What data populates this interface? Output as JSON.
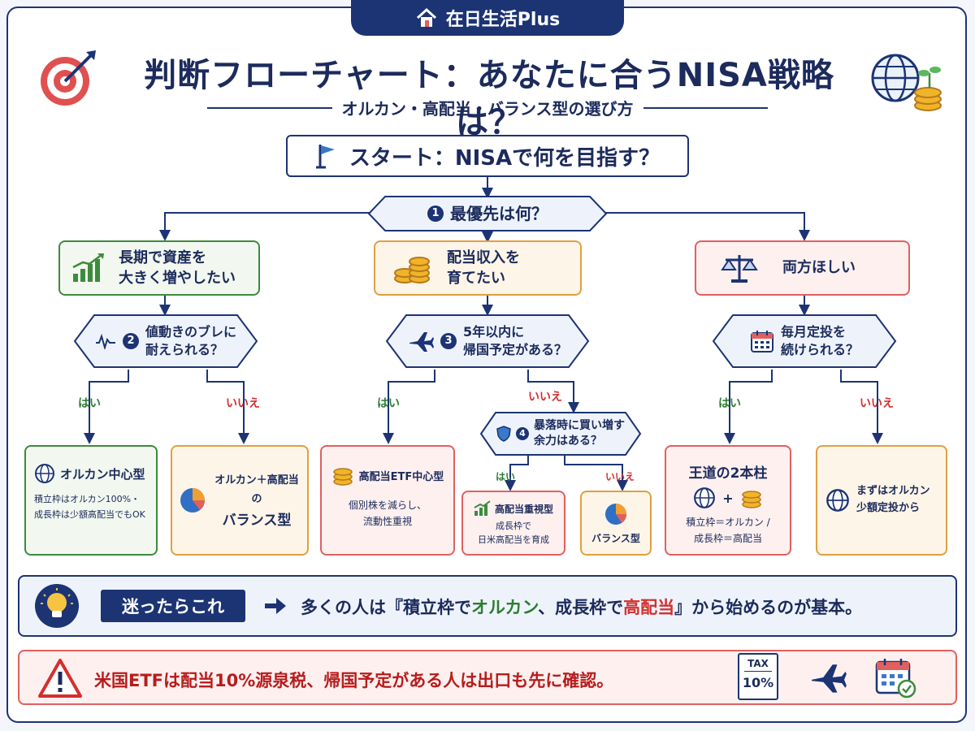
{
  "brand": "在日生活Plus",
  "title": "判断フローチャート：あなたに合うNISA戦略は？",
  "subtitle": "オルカン・高配当・バランス型の選び方",
  "start": "スタート：NISAで何を目指す？",
  "q1": {
    "num": "1",
    "text": "最優先は何？"
  },
  "categories": [
    {
      "line1": "長期で資産を",
      "line2": "大きく増やしたい"
    },
    {
      "line1": "配当収入を",
      "line2": "育てたい"
    },
    {
      "line1": "両方ほしい"
    }
  ],
  "q2": {
    "num": "2",
    "line1": "値動きのブレに",
    "line2": "耐えられる？"
  },
  "q3": {
    "num": "3",
    "line1": "5年以内に",
    "line2": "帰国予定がある？"
  },
  "q4": {
    "num": "4",
    "line1": "暴落時に買い増す",
    "line2": "余力はある？"
  },
  "q5": {
    "line1": "毎月定投を",
    "line2": "続けられる？"
  },
  "yes": "はい",
  "no": "いいえ",
  "results": {
    "r1": {
      "title": "オルカン中心型",
      "line1": "積立枠はオルカン100%・",
      "line2": "成長枠は少額高配当でもOK"
    },
    "r2": {
      "line1": "オルカン＋高配当の",
      "line2": "バランス型"
    },
    "r3": {
      "title": "高配当ETF中心型",
      "line1": "個別株を減らし、",
      "line2": "流動性重視"
    },
    "r4": {
      "title": "高配当重視型",
      "line1": "成長枠で",
      "line2": "日米高配当を育成"
    },
    "r5": {
      "title": "バランス型"
    },
    "r6": {
      "title": "王道の2本柱",
      "plus": "+",
      "line1": "積立枠＝オルカン /",
      "line2": "成長枠＝高配当"
    },
    "r7": {
      "line1": "まずはオルカン",
      "line2": "少額定投から"
    }
  },
  "tip": {
    "label": "迷ったらこれ",
    "pre": "多くの人は『積立枠で",
    "orukan": "オルカン",
    "mid": "、成長枠で",
    "koubaitou": "高配当",
    "post": "』から始めるのが基本。"
  },
  "warning": {
    "text": "米国ETFは配当10%源泉税、帰国予定がある人は出口も先に確認。",
    "tax_label": "TAX",
    "tax_value": "10%"
  },
  "colors": {
    "navy": "#1c3474",
    "green": "#3d8b3d",
    "orange": "#e0a040",
    "red": "#e06060",
    "accent_red": "#d32f2f",
    "accent_green": "#2e7d32"
  }
}
